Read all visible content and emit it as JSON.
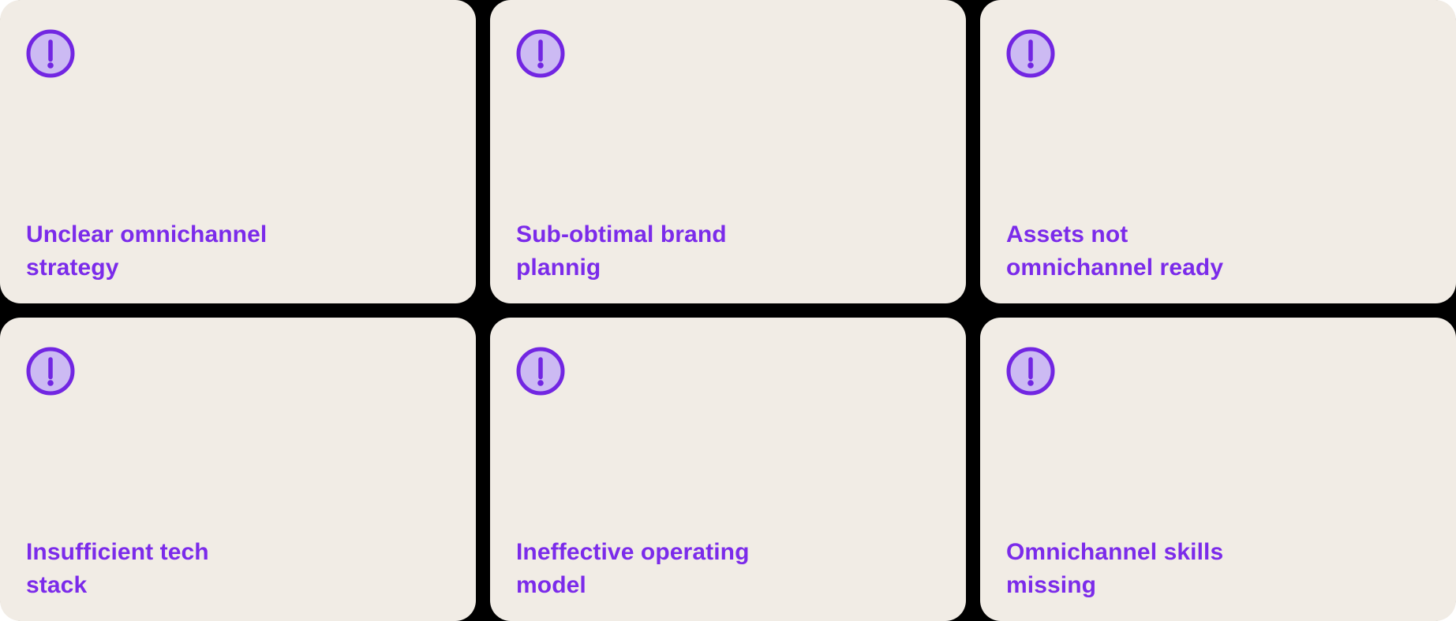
{
  "canvas": {
    "page_background": "#ffffff",
    "background": "#000000"
  },
  "colors": {
    "card_bg": "#F1ECE5",
    "accent_text": "#7B2BEA",
    "icon_stroke": "#7226E2",
    "icon_fill": "#CCBAF3"
  },
  "cards": [
    {
      "id": "unclear-omnichannel-strategy",
      "icon": "alert-circle-icon",
      "label": "Unclear omnichannel\nstrategy"
    },
    {
      "id": "sub-obtimal-brand-plannig",
      "icon": "alert-circle-icon",
      "label": "Sub-obtimal brand\nplannig"
    },
    {
      "id": "assets-not-omnichannel-ready",
      "icon": "alert-circle-icon",
      "label": "Assets not\nomnichannel ready"
    },
    {
      "id": "insufficient-tech-stack",
      "icon": "alert-circle-icon",
      "label": "Insufficient tech\nstack"
    },
    {
      "id": "ineffective-operating-model",
      "icon": "alert-circle-icon",
      "label": "Ineffective operating\nmodel"
    },
    {
      "id": "omnichannel-skills-missing",
      "icon": "alert-circle-icon",
      "label": "Omnichannel skills\nmissing"
    }
  ]
}
